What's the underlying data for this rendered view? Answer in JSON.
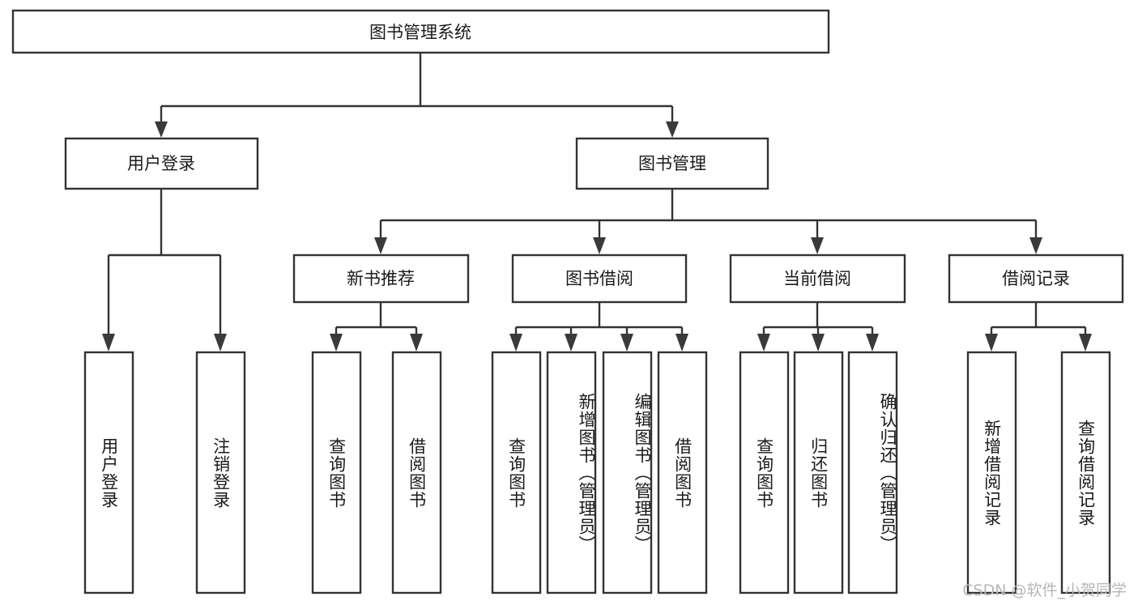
{
  "diagram": {
    "type": "tree-hierarchy",
    "title": "图书管理系统",
    "orientation": "top-down",
    "colors": {
      "box_fill": "#ffffff",
      "box_stroke": "#333333",
      "text": "#1a1a1a",
      "background": "#ffffff",
      "watermark": "#b6b6b6"
    },
    "root": {
      "label": "图书管理系统",
      "children": [
        {
          "label": "用户登录",
          "children": [
            {
              "label": "用户登录"
            },
            {
              "label": "注销登录"
            }
          ]
        },
        {
          "label": "图书管理",
          "children": [
            {
              "label": "新书推荐",
              "children": [
                {
                  "label": "查询图书"
                },
                {
                  "label": "借阅图书"
                }
              ]
            },
            {
              "label": "图书借阅",
              "children": [
                {
                  "label": "查询图书"
                },
                {
                  "label": "新增图书（管理员）"
                },
                {
                  "label": "编辑图书（管理员）"
                },
                {
                  "label": "借阅图书"
                }
              ]
            },
            {
              "label": "当前借阅",
              "children": [
                {
                  "label": "查询图书"
                },
                {
                  "label": "归还图书"
                },
                {
                  "label": "确认归还（管理员）"
                }
              ]
            },
            {
              "label": "借阅记录",
              "children": [
                {
                  "label": "新增借阅记录"
                },
                {
                  "label": "查询借阅记录"
                }
              ]
            }
          ]
        }
      ]
    }
  },
  "nodes": {
    "root": "图书管理系统",
    "level2": {
      "user_login": "用户登录",
      "book_manage": "图书管理"
    },
    "level3": {
      "new_book_rec": "新书推荐",
      "book_borrow": "图书借阅",
      "current_borrow": "当前借阅",
      "borrow_record": "借阅记录"
    },
    "leaves": {
      "user_login_1": "用户登录",
      "user_login_2": "注销登录",
      "new_book_1": "查询图书",
      "new_book_2": "借阅图书",
      "borrow_1": "查询图书",
      "borrow_2": "新增图书（管理员）",
      "borrow_3": "编辑图书（管理员）",
      "borrow_4": "借阅图书",
      "current_1": "查询图书",
      "current_2": "归还图书",
      "current_3": "确认归还（管理员）",
      "record_1": "新增借阅记录",
      "record_2": "查询借阅记录"
    }
  },
  "watermark": {
    "text": "CSDN @软件_小贺同学"
  }
}
